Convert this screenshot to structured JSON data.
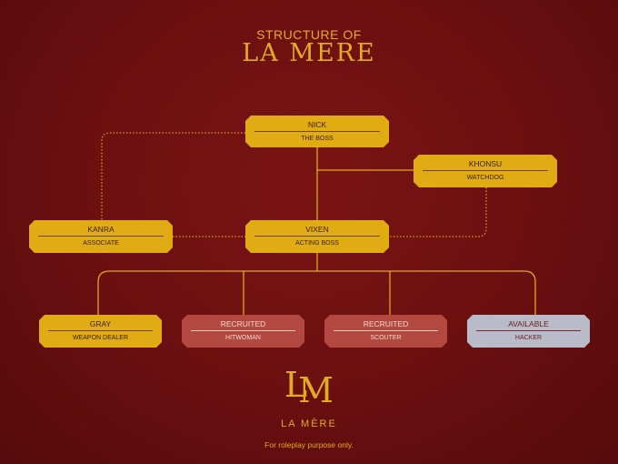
{
  "title": {
    "kicker": "STRUCTURE OF",
    "main": "LA MERE"
  },
  "nodes": {
    "nick": {
      "name": "NICK",
      "role": "THE BOSS"
    },
    "khonsu": {
      "name": "KHONSU",
      "role": "WATCHDOG"
    },
    "kanra": {
      "name": "KANRA",
      "role": "ASSOCIATE"
    },
    "vixen": {
      "name": "VIXEN",
      "role": "ACTING BOSS"
    },
    "gray": {
      "name": "GRAY",
      "role": "WEAPON DEALER"
    },
    "recruit1": {
      "name": "RECRUITED",
      "role": "HITWOMAN"
    },
    "recruit2": {
      "name": "RECRUITED",
      "role": "SCOUTER"
    },
    "avail": {
      "name": "AVAILABLE",
      "role": "HACKER"
    }
  },
  "logo": {
    "monogram_l": "L",
    "monogram_m": "M",
    "wordmark": "LA MÈRE"
  },
  "footer": "For roleplay purpose only.",
  "colors": {
    "background": "#6a0f10",
    "gold": "#e1ab14",
    "rose": "#b2483f",
    "silver": "#babbc9"
  }
}
